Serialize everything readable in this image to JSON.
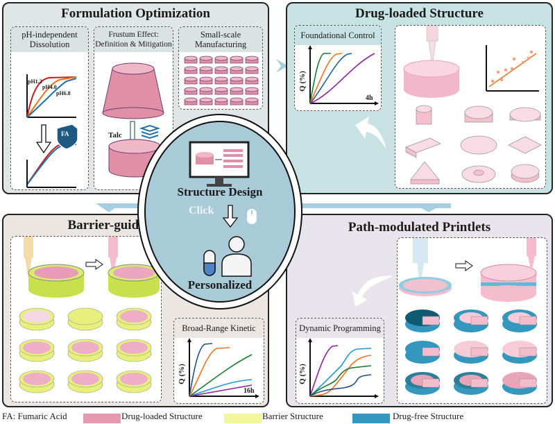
{
  "colors": {
    "drug_loaded": "#e59ab0",
    "barrier": "#f2f59a",
    "drug_free": "#3497bd",
    "panel_formulation_bg": "#dfe6e5",
    "panel_drug_bg": "#c7e2e3",
    "panel_barrier_bg": "#ebe6e1",
    "panel_path_bg": "#e8e4ec",
    "center_circle_bg": "#a9cbd8",
    "arrow_light_blue": "#a8cfdf"
  },
  "panels": {
    "formulation": {
      "title": "Formulation Optimization",
      "boxes": [
        {
          "title_line1": "pH-independent",
          "title_line2": "Dissolution",
          "curve_labels": [
            "pH1.2",
            "pH4.0",
            "pH6.8"
          ],
          "shield_label": "FA"
        },
        {
          "title_line1": "Frustum Effect:",
          "title_line2": "Definition & Mitigation",
          "arrow_label": "Talc"
        },
        {
          "title_line1": "Small-scale",
          "title_line2": "Manufacturing"
        }
      ]
    },
    "drug_loaded": {
      "title": "Drug-loaded Structure",
      "chart_box_title": "Foundational Control",
      "ylabel": "Q (%)",
      "xlabel": "4h"
    },
    "barrier": {
      "title": "Barrier-guided Printlets",
      "chart_box_title": "Broad-Range Kinetic",
      "ylabel": "Q (%)",
      "xlabel": "16h"
    },
    "path": {
      "title": "Path-modulated Printlets",
      "chart_box_title": "Dynamic Programming",
      "ylabel": "Q (%)"
    }
  },
  "center": {
    "title": "Structure Design",
    "click_label": "Click",
    "bottom_label": "Personalized"
  },
  "legend": {
    "fa_note": "FA: Fumaric Acid",
    "items": [
      {
        "label": "Drug-loaded Structure",
        "color": "#e59ab0"
      },
      {
        "label": "Barrier Structure",
        "color": "#f2f59a"
      },
      {
        "label": "Drug-free Structure",
        "color": "#3497bd"
      }
    ]
  }
}
